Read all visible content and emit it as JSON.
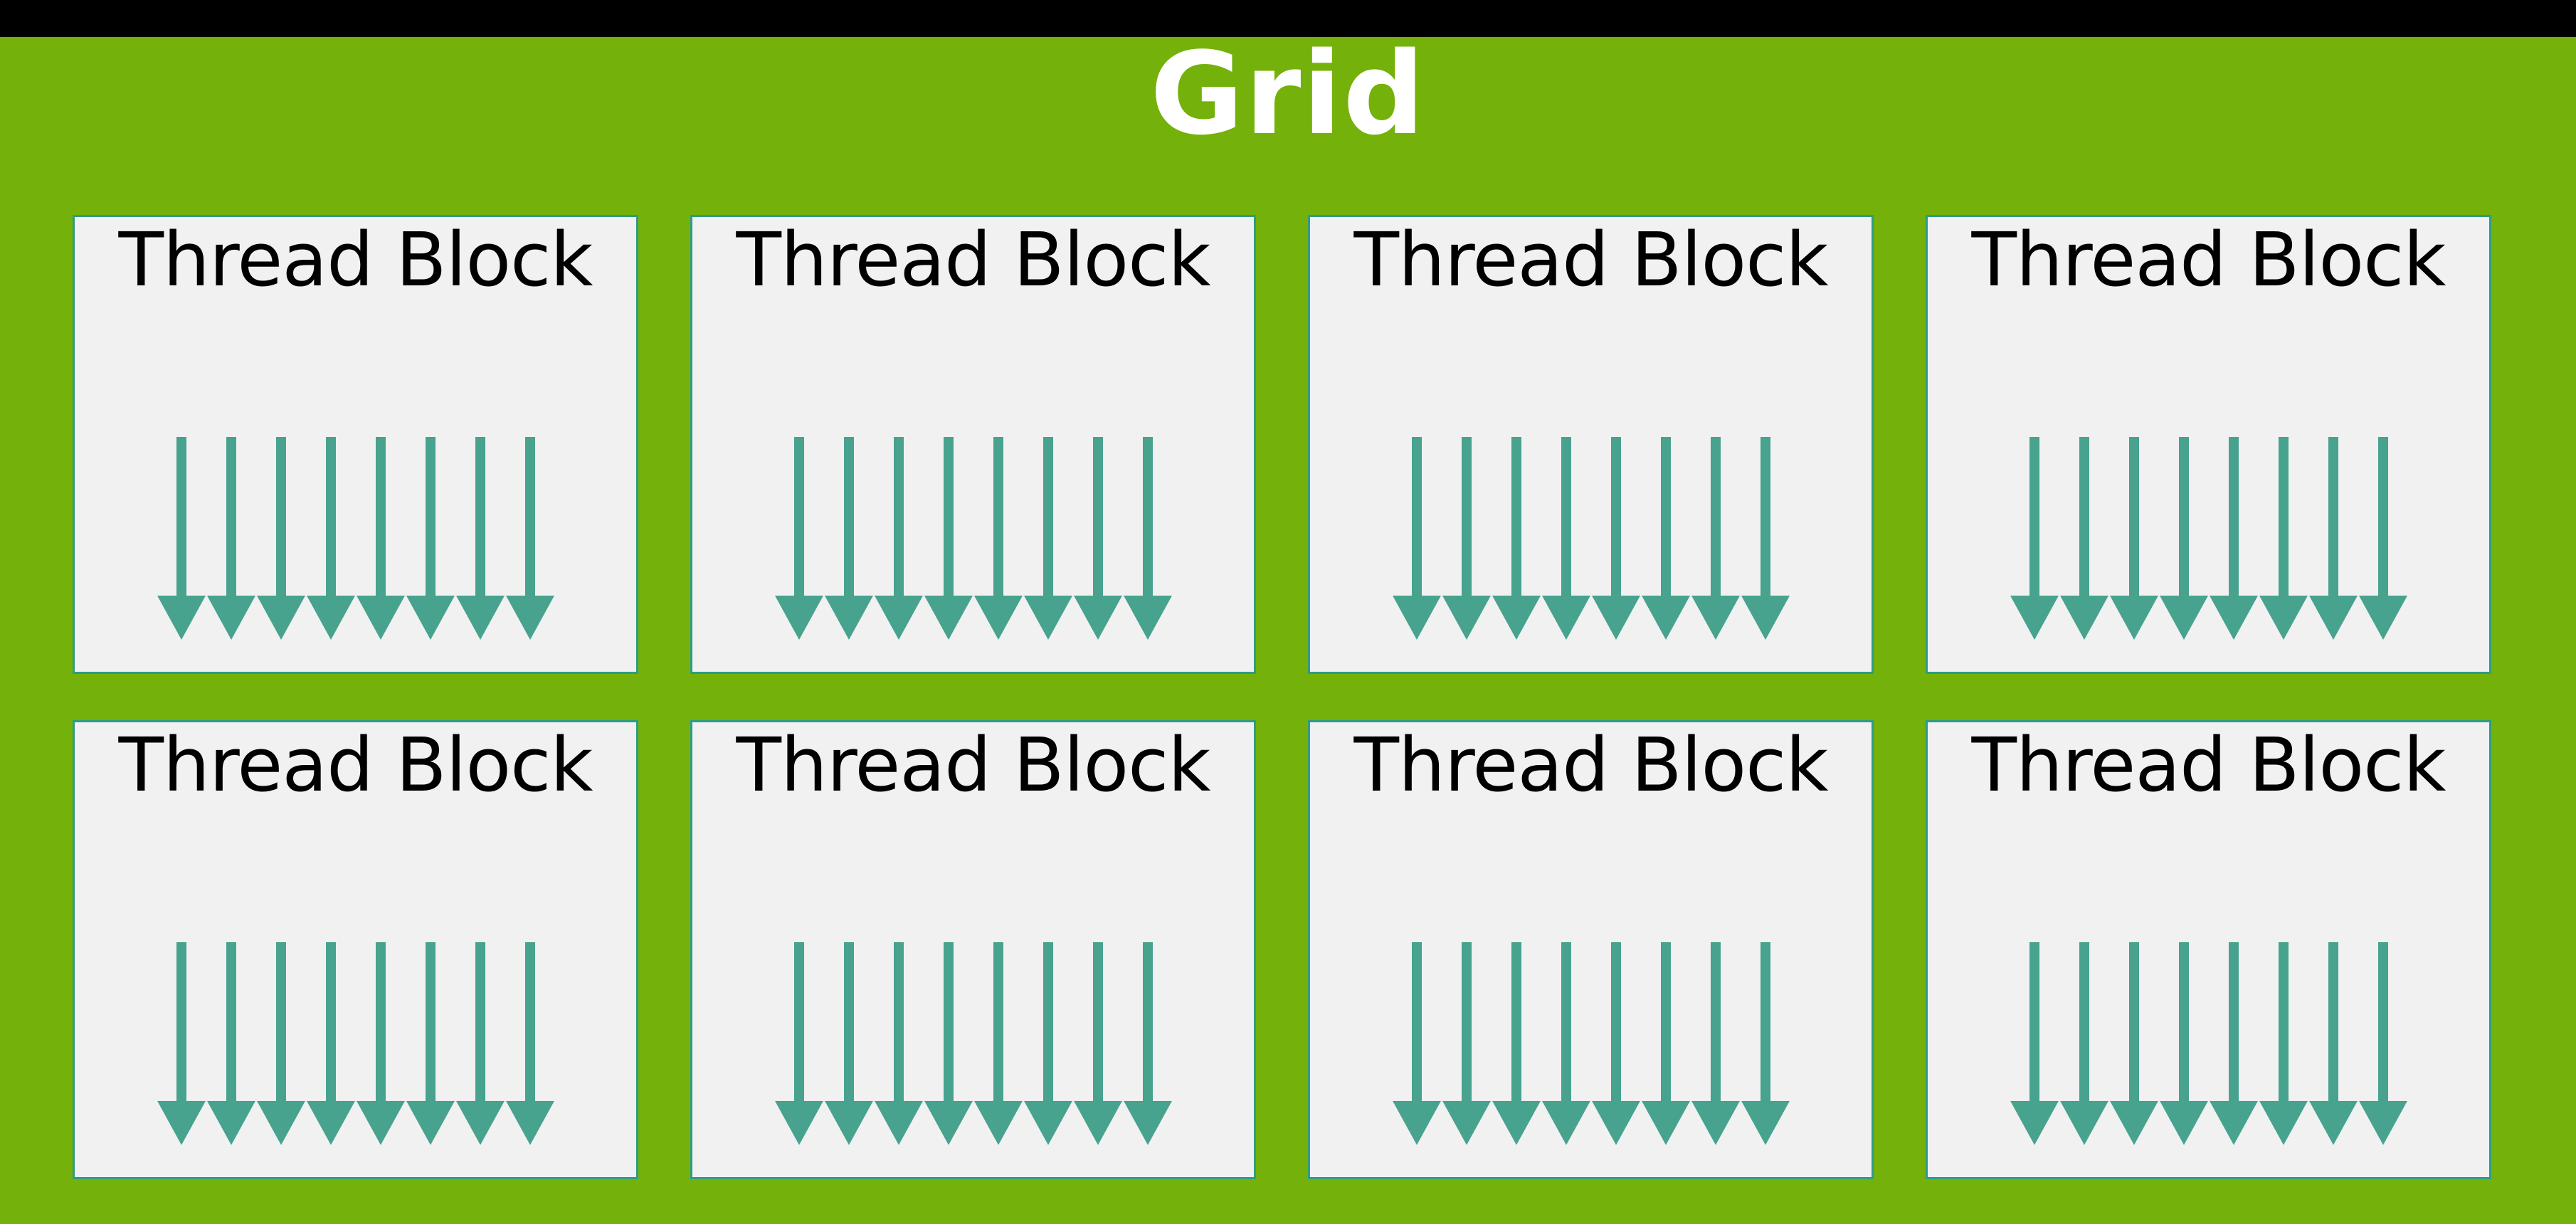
{
  "grid": {
    "title": "Grid",
    "rows": 2,
    "columns": 4,
    "threads_per_block": 8,
    "blocks": [
      {
        "label": "Thread Block"
      },
      {
        "label": "Thread Block"
      },
      {
        "label": "Thread Block"
      },
      {
        "label": "Thread Block"
      },
      {
        "label": "Thread Block"
      },
      {
        "label": "Thread Block"
      },
      {
        "label": "Thread Block"
      },
      {
        "label": "Thread Block"
      }
    ]
  },
  "colors": {
    "top-bar": "#000000",
    "canvas-green": "#74B10A",
    "block-fill": "#F1F1F1",
    "block-border": "#2E9C86",
    "arrow-teal": "#47A28E",
    "title-text": "#FFFFFF",
    "label-text": "#000000"
  }
}
